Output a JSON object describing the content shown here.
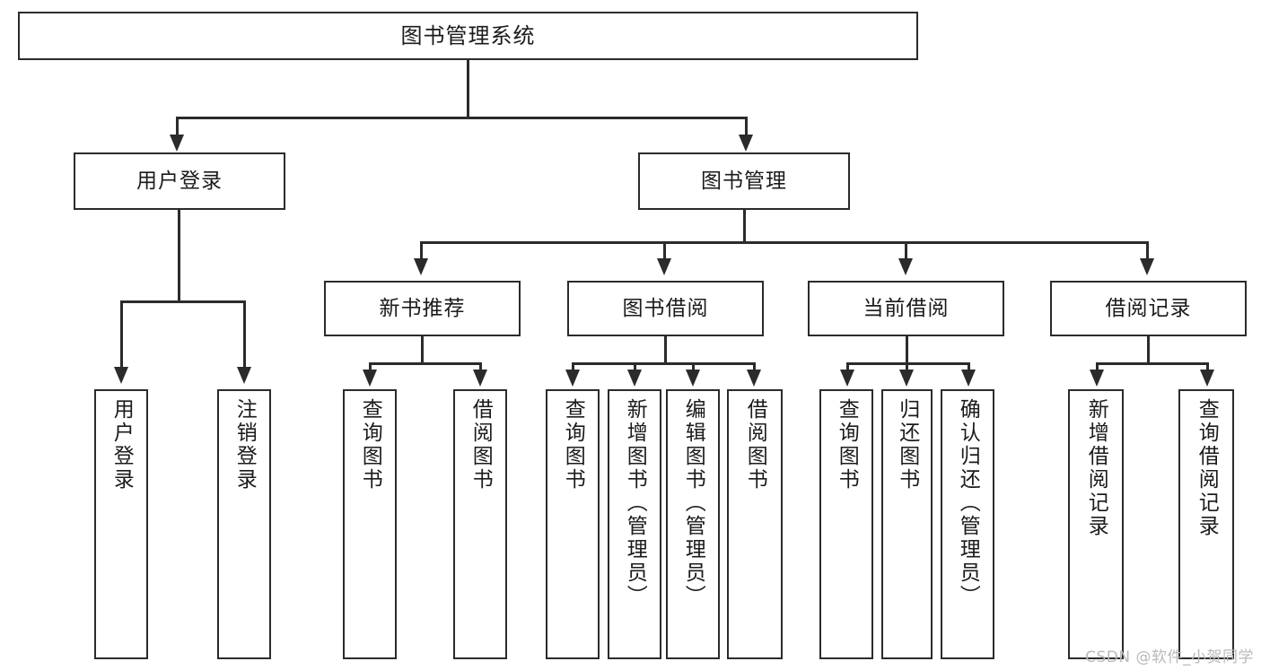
{
  "diagram": {
    "type": "tree",
    "title": "图书管理系统",
    "orientation": "top-down",
    "colors": {
      "box_border": "#2b2b2b",
      "box_fill": "#ffffff",
      "connector": "#2b2b2b",
      "text": "#1b1b1b",
      "watermark": "#b9b9b9",
      "background": "#ffffff"
    },
    "root": {
      "label": "图书管理系统"
    },
    "level1": [
      {
        "label": "用户登录"
      },
      {
        "label": "图书管理"
      }
    ],
    "level2": [
      {
        "label": "新书推荐"
      },
      {
        "label": "图书借阅"
      },
      {
        "label": "当前借阅"
      },
      {
        "label": "借阅记录"
      }
    ],
    "leaves": {
      "user_login": [
        {
          "label": "用户登录"
        },
        {
          "label": "注销登录"
        }
      ],
      "new_book_recommend": [
        {
          "label": "查询图书"
        },
        {
          "label": "借阅图书"
        }
      ],
      "book_borrow": [
        {
          "label": "查询图书"
        },
        {
          "label": "新增图书（管理员）"
        },
        {
          "label": "编辑图书（管理员）"
        },
        {
          "label": "借阅图书"
        }
      ],
      "current_borrow": [
        {
          "label": "查询图书"
        },
        {
          "label": "归还图书"
        },
        {
          "label": "确认归还（管理员）"
        }
      ],
      "borrow_record": [
        {
          "label": "新增借阅记录"
        },
        {
          "label": "查询借阅记录"
        }
      ]
    }
  },
  "watermark": {
    "text": "CSDN @软件_小贺同学"
  }
}
